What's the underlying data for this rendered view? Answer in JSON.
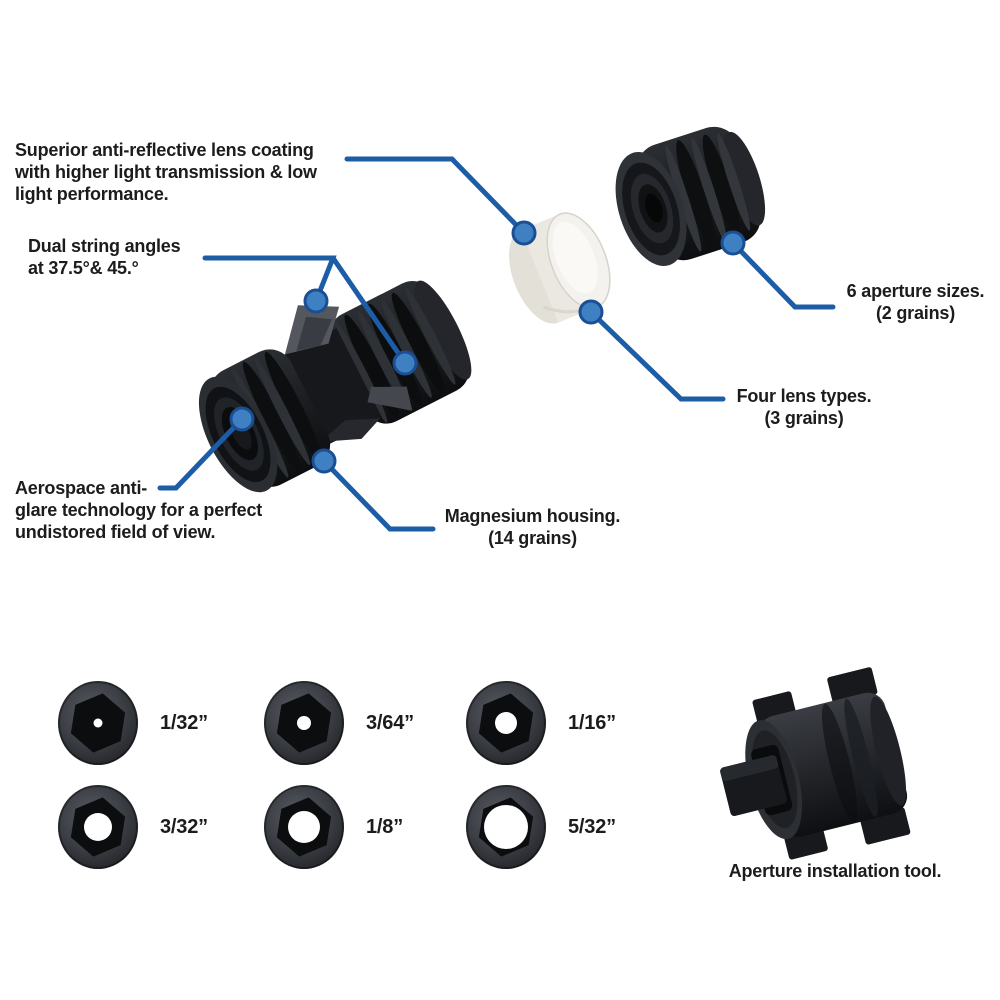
{
  "colors": {
    "callout_line": "#1d5da6",
    "callout_dot_fill": "#3f80c3",
    "callout_dot_stroke": "#1b4f94",
    "text": "#1c1c1c",
    "background": "#ffffff"
  },
  "callouts": {
    "lens_coating": {
      "lines": [
        "Superior anti-reflective lens coating",
        "with higher light transmission & low",
        "light performance."
      ]
    },
    "string_angles": {
      "lines": [
        "Dual string angles",
        "at 37.5°&  45.°"
      ]
    },
    "anti_glare": {
      "lines": [
        "Aerospace anti-",
        "glare technology for a perfect",
        "undistored field of view."
      ]
    },
    "housing": {
      "lines": [
        "Magnesium housing.",
        "(14 grains)"
      ]
    },
    "lens_types": {
      "lines": [
        "Four lens types.",
        "(3 grains)"
      ]
    },
    "aperture_sizes": {
      "lines": [
        "6 aperture sizes.",
        "(2 grains)"
      ]
    }
  },
  "apertures": {
    "items": [
      {
        "label": "1/32”"
      },
      {
        "label": "3/64”"
      },
      {
        "label": "1/16”"
      },
      {
        "label": "3/32”"
      },
      {
        "label": "1/8”"
      },
      {
        "label": "5/32”"
      }
    ]
  },
  "tool": {
    "caption": "Aperture installation tool."
  }
}
